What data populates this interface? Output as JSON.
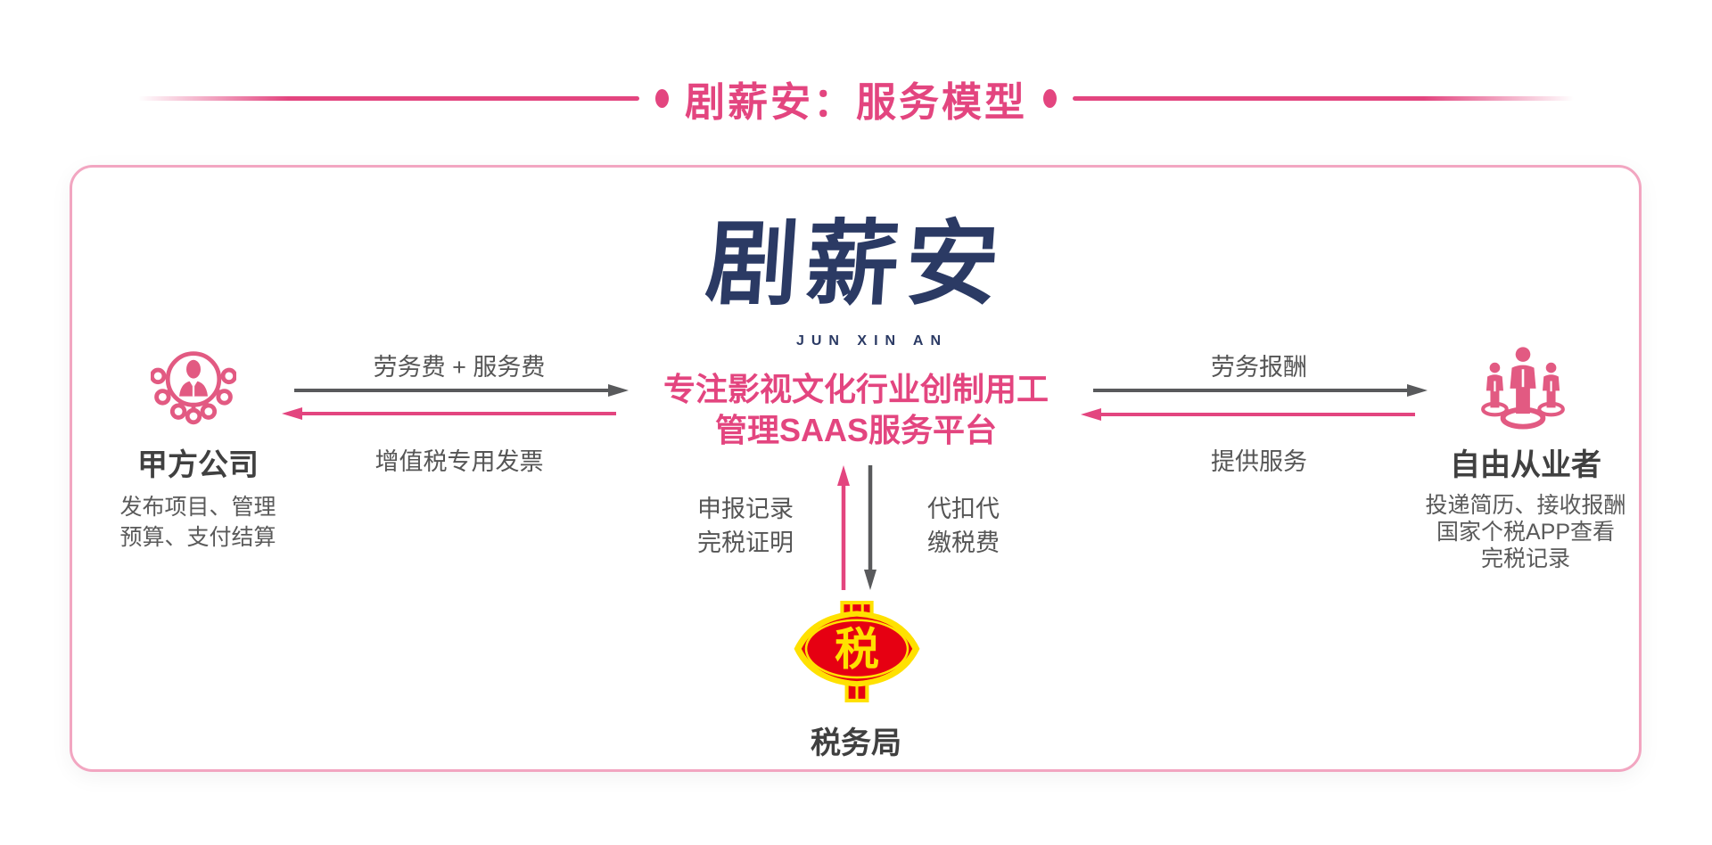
{
  "title": {
    "text": "剧薪安：服务模型"
  },
  "brand": {
    "logo": "剧薪安",
    "logo_sub": "JUN XIN AN",
    "slogan1": "专注影视文化行业创制用工",
    "slogan2": "管理SAAS服务平台"
  },
  "client": {
    "name": "甲方公司",
    "desc1": "发布项目、管理",
    "desc2": "预算、支付结算"
  },
  "freelancer": {
    "name": "自由从业者",
    "desc1": "投递简历、接收报酬",
    "desc2": "国家个税APP查看",
    "desc3": "完税记录"
  },
  "tax": {
    "name": "税务局",
    "glyph": "税"
  },
  "flows": {
    "client_to_platform": "劳务费 + 服务费",
    "platform_to_client": "增值税专用发票",
    "platform_to_freelancer": "劳务报酬",
    "freelancer_to_platform": "提供服务",
    "report_line1": "申报记录",
    "report_line2": "完税证明",
    "withhold_line1": "代扣代",
    "withhold_line2": "缴税费"
  },
  "colors": {
    "pink": "#e3457f",
    "icon_pink": "#e25a82",
    "border_pink": "#f2a6c1",
    "navy": "#2b3a64",
    "arrow_gray": "#595a5c",
    "text_dark": "#404040",
    "text_gray": "#5a5a5a",
    "tax_red": "#e60012",
    "tax_yellow": "#ffe100"
  }
}
